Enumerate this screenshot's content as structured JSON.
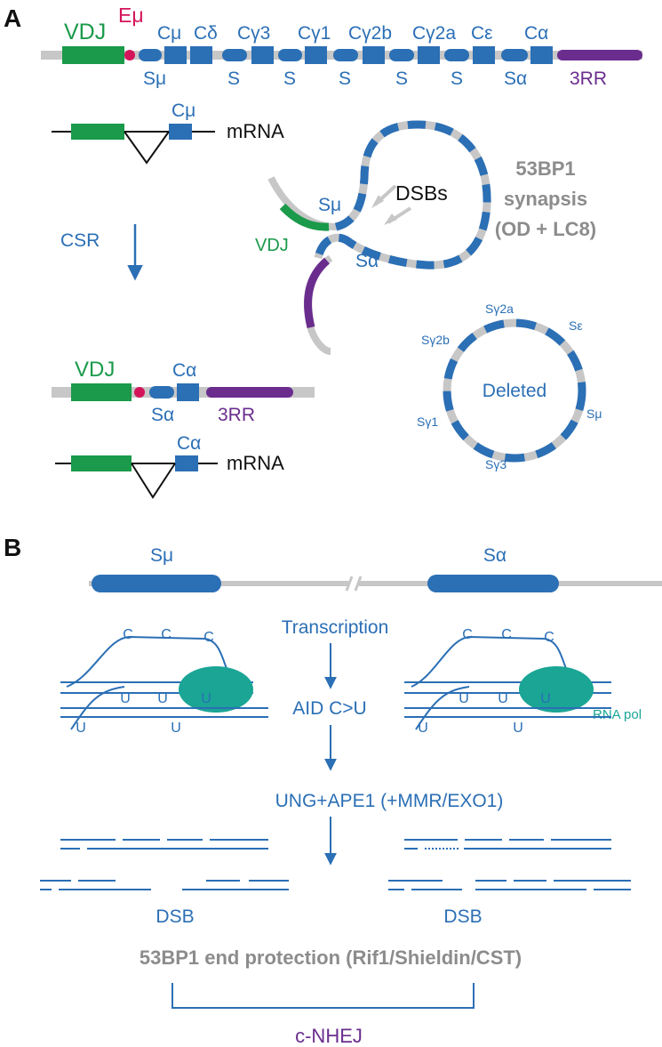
{
  "colors": {
    "blue": "#2b6fb5",
    "grey": "#c7c7c7",
    "green": "#1a9a4a",
    "purple": "#6a2d8e",
    "pink": "#d4145a",
    "teal": "#1aa595",
    "black": "#111111",
    "greyText": "#8c8c8c"
  },
  "panelA": {
    "label": "A",
    "vdj": "VDJ",
    "emu": "Eμ",
    "constant_genes": [
      "Cμ",
      "Cδ",
      "Cγ3",
      "Cγ1",
      "Cγ2b",
      "Cγ2a",
      "Cε",
      "Cα"
    ],
    "switch_labels": [
      "Sμ",
      "S",
      "S",
      "S",
      "S",
      "S",
      "Sα"
    ],
    "rr": "3RR",
    "mrna_top": {
      "exon": "Cμ",
      "label": "mRNA"
    },
    "csr": "CSR",
    "loop": {
      "smu": "Sμ",
      "salpha": "Sα",
      "dsbs": "DSBs",
      "vdj": "VDJ"
    },
    "synapsis": [
      "53BP1",
      "synapsis",
      "(OD + LC8)"
    ],
    "circle": {
      "center": "Deleted",
      "labels": [
        "Sγ2a",
        "Sε",
        "Sγ2b",
        "Sμ",
        "Sγ1",
        "Sγ3"
      ]
    },
    "product": {
      "vdj": "VDJ",
      "exon": "Cα",
      "s": "Sα",
      "rr": "3RR"
    },
    "mrna_bottom": {
      "exon": "Cα",
      "label": "mRNA"
    }
  },
  "panelB": {
    "label": "B",
    "smu": "Sμ",
    "salpha": "Sα",
    "steps": [
      "Transcription",
      "AID C>U",
      "UNG+APE1 (+MMR/EXO1)"
    ],
    "c": "C",
    "u": "U",
    "rnapol": "RNA pol",
    "dsb": "DSB",
    "protection": "53BP1 end protection (Rif1/Shieldin/CST)",
    "nhej": "c-NHEJ"
  }
}
